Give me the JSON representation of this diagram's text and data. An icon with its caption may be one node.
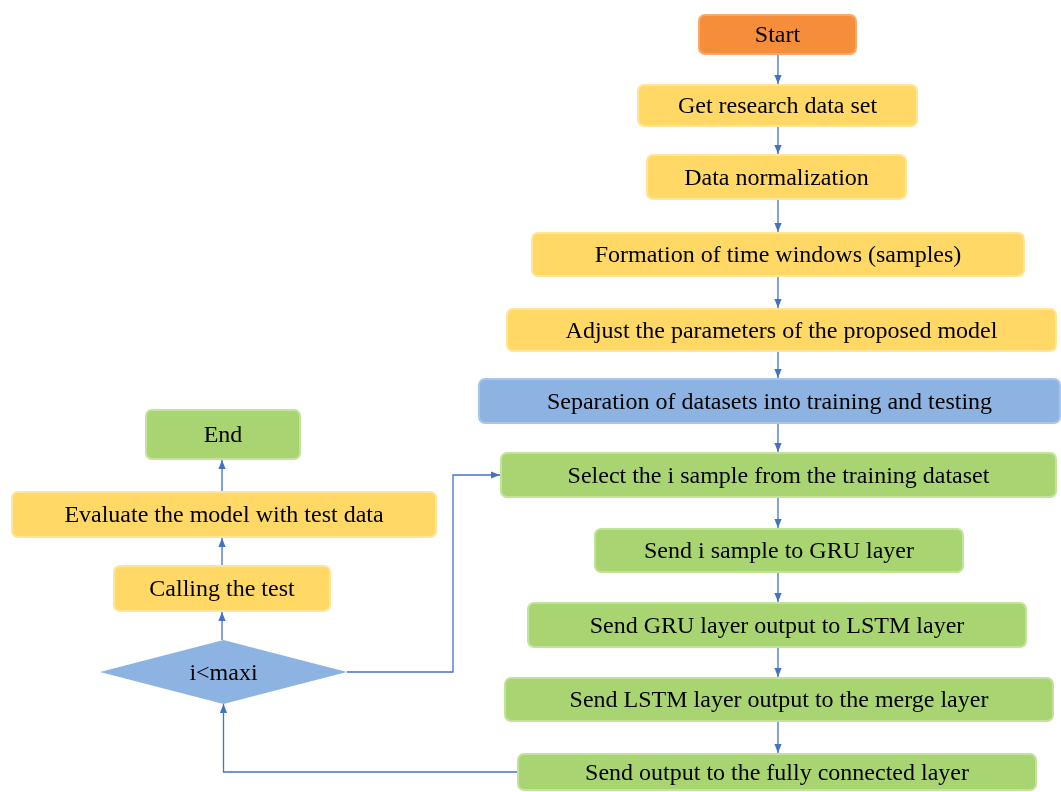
{
  "diagram": {
    "nodes": [
      {
        "text": [
          "Start"
        ]
      },
      {
        "text": [
          "Get research data set"
        ]
      },
      {
        "text": [
          "Data normalization"
        ]
      },
      {
        "text": [
          "Formation of time windows (samples)"
        ]
      },
      {
        "text": [
          "Adjust the parameters of the proposed model"
        ]
      },
      {
        "text": [
          "Separation of datasets into training and testing"
        ]
      },
      {
        "text": [
          "Select the i sample from the training dataset"
        ]
      },
      {
        "text": [
          "Send i sample to GRU layer"
        ]
      },
      {
        "text": [
          "Send GRU layer output to LSTM layer"
        ]
      },
      {
        "text": [
          "Send LSTM layer output to the merge layer"
        ]
      },
      {
        "text": [
          "Send output to the fully connected layer"
        ]
      },
      {
        "text": [
          "i<maxi"
        ]
      },
      {
        "text": [
          "Calling the test"
        ]
      },
      {
        "text": [
          "Evaluate the model with test data"
        ]
      },
      {
        "text": [
          "End"
        ]
      }
    ],
    "edges": [
      {
        "from": 0,
        "to": 1,
        "arrow": "to"
      },
      {
        "from": 1,
        "to": 2,
        "arrow": "to"
      },
      {
        "from": 2,
        "to": 3,
        "arrow": "to"
      },
      {
        "from": 3,
        "to": 4,
        "arrow": "to"
      },
      {
        "from": 4,
        "to": 5,
        "arrow": "to"
      },
      {
        "from": 5,
        "to": 6,
        "arrow": "to"
      },
      {
        "from": 6,
        "to": 7,
        "arrow": "to"
      },
      {
        "from": 7,
        "to": 8,
        "arrow": "to"
      },
      {
        "from": 8,
        "to": 9,
        "arrow": "to"
      },
      {
        "from": 9,
        "to": 10,
        "arrow": "to"
      },
      {
        "from": 10,
        "to": 11,
        "arrow": "to"
      },
      {
        "from": 11,
        "to": 6,
        "arrow": "to"
      },
      {
        "from": 11,
        "to": 12,
        "arrow": "to"
      },
      {
        "from": 12,
        "to": 13,
        "arrow": "to"
      },
      {
        "from": 13,
        "to": 14,
        "arrow": "to"
      }
    ]
  }
}
